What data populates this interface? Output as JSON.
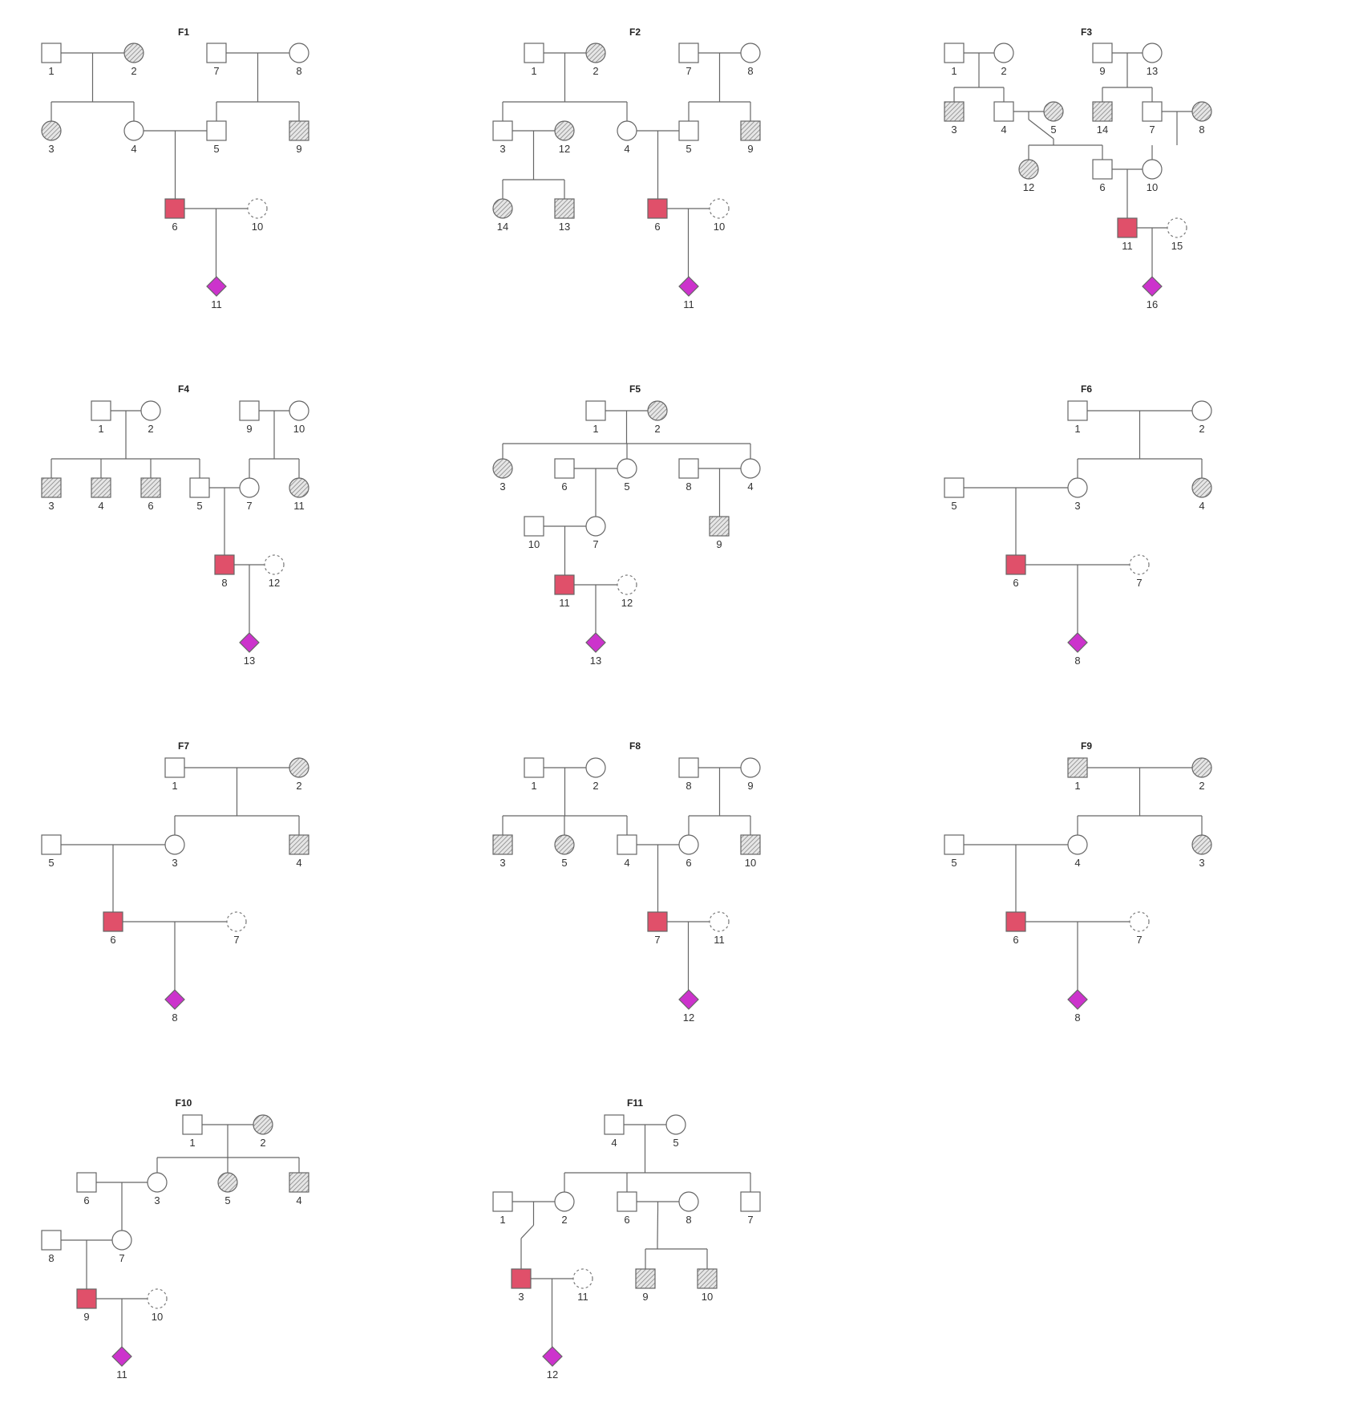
{
  "colors": {
    "line": "#666666",
    "hatch": "#8c8c8c",
    "proband": "#e0506a",
    "fetus": "#cc33cc",
    "unaffected": "#ffffff"
  },
  "families": [
    {
      "id": "F1",
      "individuals": [
        {
          "id": "1",
          "sex": "M",
          "status": "normal"
        },
        {
          "id": "2",
          "sex": "F",
          "status": "affected"
        },
        {
          "id": "7",
          "sex": "M",
          "status": "normal"
        },
        {
          "id": "8",
          "sex": "F",
          "status": "normal"
        },
        {
          "id": "3",
          "sex": "F",
          "status": "affected"
        },
        {
          "id": "4",
          "sex": "F",
          "status": "normal"
        },
        {
          "id": "5",
          "sex": "M",
          "status": "normal"
        },
        {
          "id": "9",
          "sex": "M",
          "status": "affected"
        },
        {
          "id": "6",
          "sex": "M",
          "status": "proband"
        },
        {
          "id": "10",
          "sex": "F",
          "status": "unknown"
        },
        {
          "id": "11",
          "sex": "U",
          "status": "fetus"
        }
      ],
      "couples": [
        {
          "partners": [
            "1",
            "2"
          ],
          "children": [
            "3",
            "4"
          ]
        },
        {
          "partners": [
            "7",
            "8"
          ],
          "children": [
            "5",
            "9"
          ]
        },
        {
          "partners": [
            "4",
            "5"
          ],
          "children": [
            "6"
          ]
        },
        {
          "partners": [
            "6",
            "10"
          ],
          "children": [
            "11"
          ]
        }
      ]
    },
    {
      "id": "F2",
      "individuals": [
        {
          "id": "1",
          "sex": "M",
          "status": "normal"
        },
        {
          "id": "2",
          "sex": "F",
          "status": "affected"
        },
        {
          "id": "7",
          "sex": "M",
          "status": "normal"
        },
        {
          "id": "8",
          "sex": "F",
          "status": "normal"
        },
        {
          "id": "3",
          "sex": "M",
          "status": "normal"
        },
        {
          "id": "12",
          "sex": "F",
          "status": "affected"
        },
        {
          "id": "4",
          "sex": "F",
          "status": "normal"
        },
        {
          "id": "5",
          "sex": "M",
          "status": "normal"
        },
        {
          "id": "9",
          "sex": "M",
          "status": "affected"
        },
        {
          "id": "14",
          "sex": "F",
          "status": "affected"
        },
        {
          "id": "13",
          "sex": "M",
          "status": "affected"
        },
        {
          "id": "6",
          "sex": "M",
          "status": "proband"
        },
        {
          "id": "10",
          "sex": "F",
          "status": "unknown"
        },
        {
          "id": "11",
          "sex": "U",
          "status": "fetus"
        }
      ],
      "couples": [
        {
          "partners": [
            "1",
            "2"
          ],
          "children": [
            "3",
            "4"
          ]
        },
        {
          "partners": [
            "7",
            "8"
          ],
          "children": [
            "5",
            "9"
          ]
        },
        {
          "partners": [
            "3",
            "12"
          ],
          "children": [
            "14",
            "13"
          ]
        },
        {
          "partners": [
            "4",
            "5"
          ],
          "children": [
            "6"
          ]
        },
        {
          "partners": [
            "6",
            "10"
          ],
          "children": [
            "11"
          ]
        }
      ]
    },
    {
      "id": "F3",
      "individuals": [
        {
          "id": "1",
          "sex": "M",
          "status": "normal"
        },
        {
          "id": "2",
          "sex": "F",
          "status": "normal"
        },
        {
          "id": "9",
          "sex": "M",
          "status": "normal"
        },
        {
          "id": "13",
          "sex": "F",
          "status": "normal"
        },
        {
          "id": "3",
          "sex": "M",
          "status": "affected"
        },
        {
          "id": "4",
          "sex": "M",
          "status": "normal"
        },
        {
          "id": "5",
          "sex": "F",
          "status": "affected"
        },
        {
          "id": "14",
          "sex": "M",
          "status": "affected"
        },
        {
          "id": "7",
          "sex": "M",
          "status": "normal"
        },
        {
          "id": "8",
          "sex": "F",
          "status": "affected"
        },
        {
          "id": "12",
          "sex": "F",
          "status": "affected"
        },
        {
          "id": "6",
          "sex": "M",
          "status": "normal"
        },
        {
          "id": "10",
          "sex": "F",
          "status": "normal"
        },
        {
          "id": "11",
          "sex": "M",
          "status": "proband"
        },
        {
          "id": "15",
          "sex": "F",
          "status": "unknown"
        },
        {
          "id": "16",
          "sex": "U",
          "status": "fetus"
        }
      ],
      "couples": [
        {
          "partners": [
            "1",
            "2"
          ],
          "children": [
            "3",
            "4"
          ]
        },
        {
          "partners": [
            "9",
            "13"
          ],
          "children": [
            "14",
            "7"
          ]
        },
        {
          "partners": [
            "4",
            "5"
          ],
          "children": [
            "12",
            "6"
          ]
        },
        {
          "partners": [
            "7",
            "8"
          ],
          "children": [
            "10"
          ]
        },
        {
          "partners": [
            "6",
            "10"
          ],
          "children": [
            "11"
          ]
        },
        {
          "partners": [
            "11",
            "15"
          ],
          "children": [
            "16"
          ]
        }
      ]
    },
    {
      "id": "F4",
      "individuals": [
        {
          "id": "1",
          "sex": "M",
          "status": "normal"
        },
        {
          "id": "2",
          "sex": "F",
          "status": "normal"
        },
        {
          "id": "9",
          "sex": "M",
          "status": "normal"
        },
        {
          "id": "10",
          "sex": "F",
          "status": "normal"
        },
        {
          "id": "3",
          "sex": "M",
          "status": "affected"
        },
        {
          "id": "4",
          "sex": "M",
          "status": "affected"
        },
        {
          "id": "6",
          "sex": "M",
          "status": "affected"
        },
        {
          "id": "5",
          "sex": "M",
          "status": "normal"
        },
        {
          "id": "7",
          "sex": "F",
          "status": "normal"
        },
        {
          "id": "11",
          "sex": "F",
          "status": "affected"
        },
        {
          "id": "8",
          "sex": "M",
          "status": "proband"
        },
        {
          "id": "12",
          "sex": "F",
          "status": "unknown"
        },
        {
          "id": "13",
          "sex": "U",
          "status": "fetus"
        }
      ],
      "couples": [
        {
          "partners": [
            "1",
            "2"
          ],
          "children": [
            "3",
            "4",
            "6",
            "5"
          ]
        },
        {
          "partners": [
            "9",
            "10"
          ],
          "children": [
            "7",
            "11"
          ]
        },
        {
          "partners": [
            "5",
            "7"
          ],
          "children": [
            "8"
          ]
        },
        {
          "partners": [
            "8",
            "12"
          ],
          "children": [
            "13"
          ]
        }
      ]
    },
    {
      "id": "F5",
      "individuals": [
        {
          "id": "1",
          "sex": "M",
          "status": "normal"
        },
        {
          "id": "2",
          "sex": "F",
          "status": "affected"
        },
        {
          "id": "3",
          "sex": "F",
          "status": "affected"
        },
        {
          "id": "6",
          "sex": "M",
          "status": "normal"
        },
        {
          "id": "5",
          "sex": "F",
          "status": "normal"
        },
        {
          "id": "8",
          "sex": "M",
          "status": "normal"
        },
        {
          "id": "4",
          "sex": "F",
          "status": "normal"
        },
        {
          "id": "10",
          "sex": "M",
          "status": "normal"
        },
        {
          "id": "7",
          "sex": "F",
          "status": "normal"
        },
        {
          "id": "9",
          "sex": "M",
          "status": "affected"
        },
        {
          "id": "11",
          "sex": "M",
          "status": "proband"
        },
        {
          "id": "12",
          "sex": "F",
          "status": "unknown"
        },
        {
          "id": "13",
          "sex": "U",
          "status": "fetus"
        }
      ],
      "couples": [
        {
          "partners": [
            "1",
            "2"
          ],
          "children": [
            "3",
            "5",
            "4"
          ]
        },
        {
          "partners": [
            "6",
            "5"
          ],
          "children": [
            "7"
          ]
        },
        {
          "partners": [
            "8",
            "4"
          ],
          "children": [
            "9"
          ]
        },
        {
          "partners": [
            "10",
            "7"
          ],
          "children": [
            "11"
          ]
        },
        {
          "partners": [
            "11",
            "12"
          ],
          "children": [
            "13"
          ]
        }
      ]
    },
    {
      "id": "F6",
      "individuals": [
        {
          "id": "1",
          "sex": "M",
          "status": "normal"
        },
        {
          "id": "2",
          "sex": "F",
          "status": "normal"
        },
        {
          "id": "5",
          "sex": "M",
          "status": "normal"
        },
        {
          "id": "3",
          "sex": "F",
          "status": "normal"
        },
        {
          "id": "4",
          "sex": "F",
          "status": "affected"
        },
        {
          "id": "6",
          "sex": "M",
          "status": "proband"
        },
        {
          "id": "7",
          "sex": "F",
          "status": "unknown"
        },
        {
          "id": "8",
          "sex": "U",
          "status": "fetus"
        }
      ],
      "couples": [
        {
          "partners": [
            "1",
            "2"
          ],
          "children": [
            "3",
            "4"
          ]
        },
        {
          "partners": [
            "5",
            "3"
          ],
          "children": [
            "6"
          ]
        },
        {
          "partners": [
            "6",
            "7"
          ],
          "children": [
            "8"
          ]
        }
      ]
    },
    {
      "id": "F7",
      "individuals": [
        {
          "id": "1",
          "sex": "M",
          "status": "normal"
        },
        {
          "id": "2",
          "sex": "F",
          "status": "affected"
        },
        {
          "id": "5",
          "sex": "M",
          "status": "normal"
        },
        {
          "id": "3",
          "sex": "F",
          "status": "normal"
        },
        {
          "id": "4",
          "sex": "M",
          "status": "affected"
        },
        {
          "id": "6",
          "sex": "M",
          "status": "proband"
        },
        {
          "id": "7",
          "sex": "F",
          "status": "unknown"
        },
        {
          "id": "8",
          "sex": "U",
          "status": "fetus"
        }
      ],
      "couples": [
        {
          "partners": [
            "1",
            "2"
          ],
          "children": [
            "3",
            "4"
          ]
        },
        {
          "partners": [
            "5",
            "3"
          ],
          "children": [
            "6"
          ]
        },
        {
          "partners": [
            "6",
            "7"
          ],
          "children": [
            "8"
          ]
        }
      ]
    },
    {
      "id": "F8",
      "individuals": [
        {
          "id": "1",
          "sex": "M",
          "status": "normal"
        },
        {
          "id": "2",
          "sex": "F",
          "status": "normal"
        },
        {
          "id": "8",
          "sex": "M",
          "status": "normal"
        },
        {
          "id": "9",
          "sex": "F",
          "status": "normal"
        },
        {
          "id": "3",
          "sex": "M",
          "status": "affected"
        },
        {
          "id": "5",
          "sex": "F",
          "status": "affected"
        },
        {
          "id": "4",
          "sex": "M",
          "status": "normal"
        },
        {
          "id": "6",
          "sex": "F",
          "status": "normal"
        },
        {
          "id": "10",
          "sex": "M",
          "status": "affected"
        },
        {
          "id": "7",
          "sex": "M",
          "status": "proband"
        },
        {
          "id": "11",
          "sex": "F",
          "status": "unknown"
        },
        {
          "id": "12",
          "sex": "U",
          "status": "fetus"
        }
      ],
      "couples": [
        {
          "partners": [
            "1",
            "2"
          ],
          "children": [
            "3",
            "5",
            "4"
          ]
        },
        {
          "partners": [
            "8",
            "9"
          ],
          "children": [
            "6",
            "10"
          ]
        },
        {
          "partners": [
            "4",
            "6"
          ],
          "children": [
            "7"
          ]
        },
        {
          "partners": [
            "7",
            "11"
          ],
          "children": [
            "12"
          ]
        }
      ]
    },
    {
      "id": "F9",
      "individuals": [
        {
          "id": "1",
          "sex": "M",
          "status": "affected"
        },
        {
          "id": "2",
          "sex": "F",
          "status": "affected"
        },
        {
          "id": "5",
          "sex": "M",
          "status": "normal"
        },
        {
          "id": "4",
          "sex": "F",
          "status": "normal"
        },
        {
          "id": "3",
          "sex": "F",
          "status": "affected"
        },
        {
          "id": "6",
          "sex": "M",
          "status": "proband"
        },
        {
          "id": "7",
          "sex": "F",
          "status": "unknown"
        },
        {
          "id": "8",
          "sex": "U",
          "status": "fetus"
        }
      ],
      "couples": [
        {
          "partners": [
            "1",
            "2"
          ],
          "children": [
            "4",
            "3"
          ]
        },
        {
          "partners": [
            "5",
            "4"
          ],
          "children": [
            "6"
          ]
        },
        {
          "partners": [
            "6",
            "7"
          ],
          "children": [
            "8"
          ]
        }
      ]
    },
    {
      "id": "F10",
      "individuals": [
        {
          "id": "1",
          "sex": "M",
          "status": "normal"
        },
        {
          "id": "2",
          "sex": "F",
          "status": "affected"
        },
        {
          "id": "6",
          "sex": "M",
          "status": "normal"
        },
        {
          "id": "3",
          "sex": "F",
          "status": "normal"
        },
        {
          "id": "5",
          "sex": "F",
          "status": "affected"
        },
        {
          "id": "4",
          "sex": "M",
          "status": "affected"
        },
        {
          "id": "8",
          "sex": "M",
          "status": "normal"
        },
        {
          "id": "7",
          "sex": "F",
          "status": "normal"
        },
        {
          "id": "9",
          "sex": "M",
          "status": "proband"
        },
        {
          "id": "10",
          "sex": "F",
          "status": "unknown"
        },
        {
          "id": "11",
          "sex": "U",
          "status": "fetus"
        }
      ],
      "couples": [
        {
          "partners": [
            "1",
            "2"
          ],
          "children": [
            "3",
            "5",
            "4"
          ]
        },
        {
          "partners": [
            "6",
            "3"
          ],
          "children": [
            "7"
          ]
        },
        {
          "partners": [
            "8",
            "7"
          ],
          "children": [
            "9"
          ]
        },
        {
          "partners": [
            "9",
            "10"
          ],
          "children": [
            "11"
          ]
        }
      ]
    },
    {
      "id": "F11",
      "individuals": [
        {
          "id": "4",
          "sex": "M",
          "status": "normal"
        },
        {
          "id": "5",
          "sex": "F",
          "status": "normal"
        },
        {
          "id": "1",
          "sex": "M",
          "status": "normal"
        },
        {
          "id": "2",
          "sex": "F",
          "status": "normal"
        },
        {
          "id": "6",
          "sex": "M",
          "status": "normal"
        },
        {
          "id": "8",
          "sex": "F",
          "status": "normal"
        },
        {
          "id": "7",
          "sex": "M",
          "status": "normal"
        },
        {
          "id": "3",
          "sex": "M",
          "status": "proband"
        },
        {
          "id": "11",
          "sex": "F",
          "status": "unknown"
        },
        {
          "id": "9",
          "sex": "M",
          "status": "affected"
        },
        {
          "id": "10",
          "sex": "M",
          "status": "affected"
        },
        {
          "id": "12",
          "sex": "U",
          "status": "fetus"
        }
      ],
      "couples": [
        {
          "partners": [
            "4",
            "5"
          ],
          "children": [
            "2",
            "6",
            "7"
          ]
        },
        {
          "partners": [
            "1",
            "2"
          ],
          "children": [
            "3"
          ]
        },
        {
          "partners": [
            "6",
            "8"
          ],
          "children": [
            "9",
            "10"
          ]
        },
        {
          "partners": [
            "3",
            "11"
          ],
          "children": [
            "12"
          ]
        }
      ]
    }
  ]
}
